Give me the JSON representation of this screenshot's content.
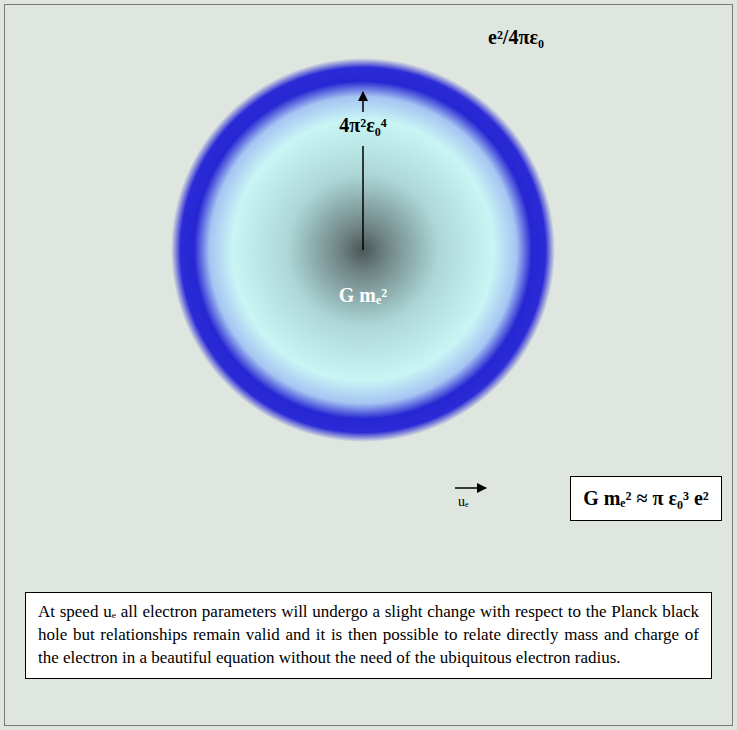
{
  "diagram": {
    "nodes": [
      {
        "text": [
          "4π²ε₀⁴",
          "G mₑ²"
        ]
      },
      {
        "text": [
          "G mₑ² ≈ π ε₀³ e²"
        ]
      },
      {
        "text": [
          "At speed uₑ all electron parameters will undergo a slight change with respect to the Planck black hole but relationships remain valid and it is then possible to relate directly mass and charge of the electron in a beautiful equation without the need of the ubiquitous electron radius."
        ]
      }
    ],
    "labels": [
      "e²/4πε₀",
      "uₑ"
    ]
  }
}
